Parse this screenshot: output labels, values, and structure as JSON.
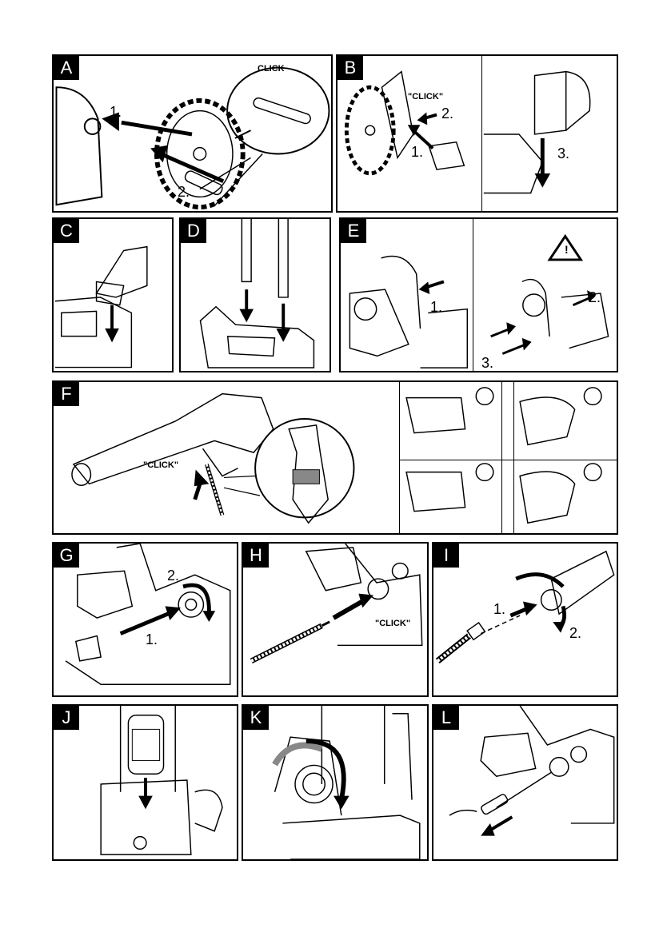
{
  "panels": {
    "A": {
      "tag": "A",
      "step1": "1.",
      "step2": "2.",
      "click": "CLICK"
    },
    "B": {
      "tag": "B",
      "click": "\"CLICK\"",
      "step1": "1.",
      "step2": "2.",
      "step3": "3."
    },
    "C": {
      "tag": "C"
    },
    "D": {
      "tag": "D"
    },
    "E": {
      "tag": "E",
      "step1": "1.",
      "step2": "2.",
      "step3": "3.",
      "warn": "!"
    },
    "F": {
      "tag": "F",
      "click": "\"CLICK\""
    },
    "G": {
      "tag": "G",
      "step1": "1.",
      "step2": "2."
    },
    "H": {
      "tag": "H",
      "click": "\"CLICK\""
    },
    "I": {
      "tag": "I",
      "step1": "1.",
      "step2": "2."
    },
    "J": {
      "tag": "J"
    },
    "K": {
      "tag": "K"
    },
    "L": {
      "tag": "L"
    }
  }
}
